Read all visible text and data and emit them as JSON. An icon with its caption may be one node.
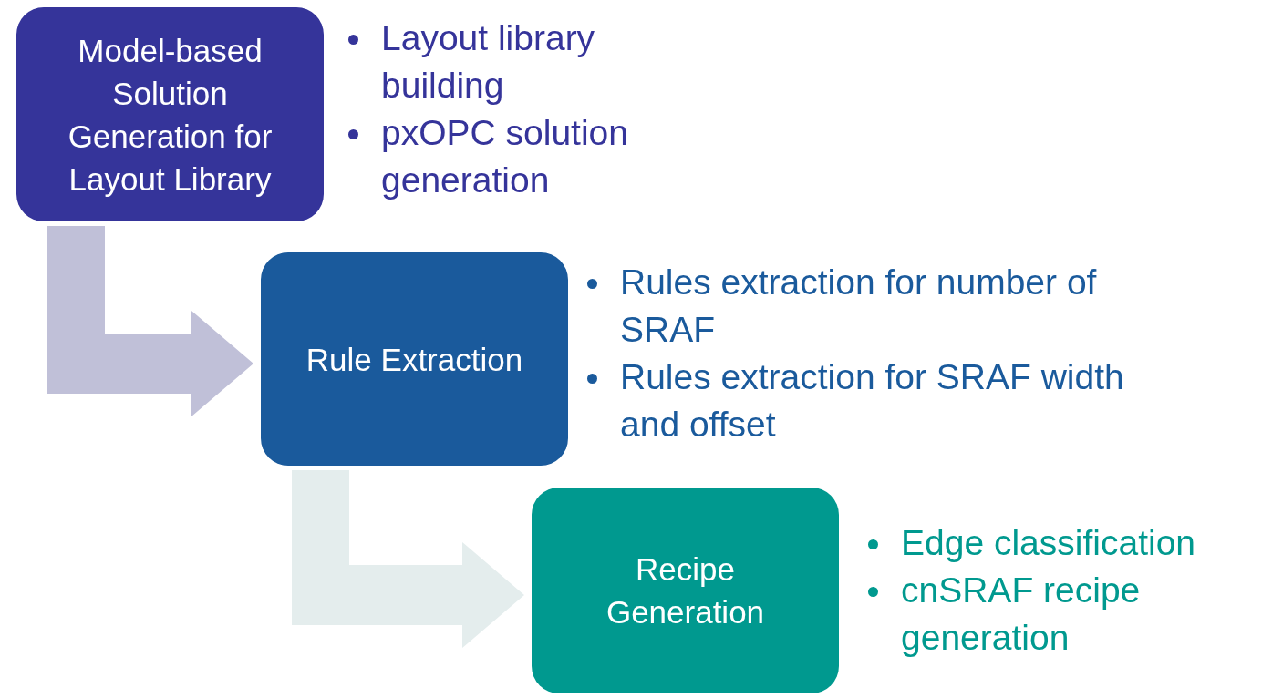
{
  "diagram": {
    "nodes": [
      {
        "text": [
          "Model-based Solution Generation for Layout Library"
        ],
        "beside": [
          "Layout library building",
          "pxOPC solution generation"
        ]
      },
      {
        "text": [
          "Rule Extraction"
        ],
        "beside": [
          "Rules extraction for number of SRAF",
          "Rules extraction for SRAF width and offset"
        ]
      },
      {
        "text": [
          "Recipe Generation"
        ],
        "beside": [
          "Edge classification",
          "cnSRAF recipe generation"
        ]
      }
    ],
    "edges": [
      {
        "from": 0,
        "to": 1,
        "arrow": "to",
        "style": "thick",
        "color": "#c0c0d8"
      },
      {
        "from": 1,
        "to": 2,
        "arrow": "to",
        "style": "thick",
        "color": "#e4eded"
      }
    ]
  }
}
